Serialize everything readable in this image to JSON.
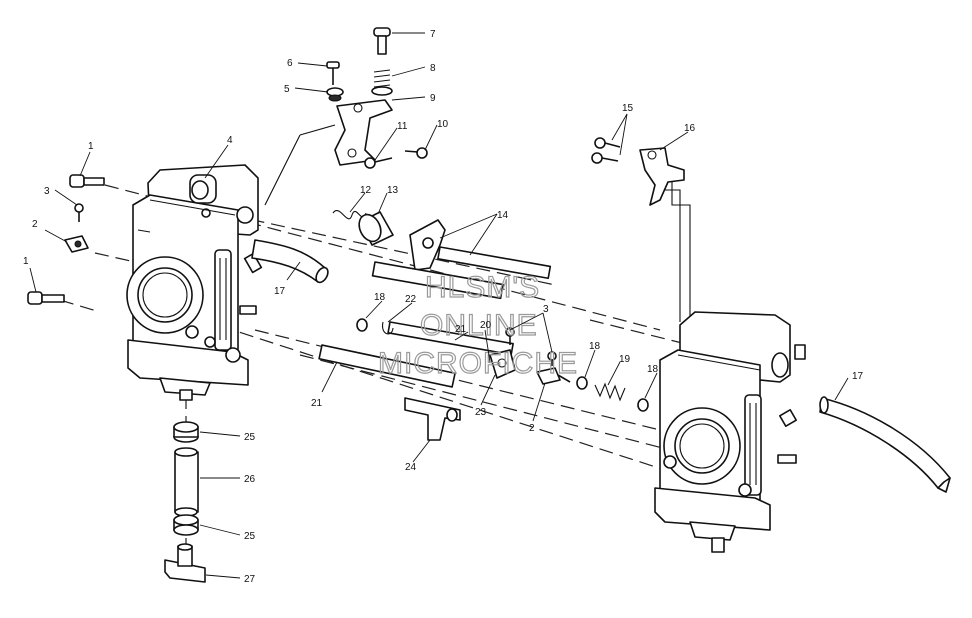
{
  "diagram": {
    "watermark": {
      "line1": "HLSM'S",
      "line2": "ONLINE",
      "line3": "MICROFICHE"
    },
    "callouts": [
      {
        "id": "c1a",
        "label": "1"
      },
      {
        "id": "c1b",
        "label": "1"
      },
      {
        "id": "c2a",
        "label": "2"
      },
      {
        "id": "c2b",
        "label": "2"
      },
      {
        "id": "c3a",
        "label": "3"
      },
      {
        "id": "c3b",
        "label": "3"
      },
      {
        "id": "c4",
        "label": "4"
      },
      {
        "id": "c5",
        "label": "5"
      },
      {
        "id": "c6",
        "label": "6"
      },
      {
        "id": "c7",
        "label": "7"
      },
      {
        "id": "c8",
        "label": "8"
      },
      {
        "id": "c9",
        "label": "9"
      },
      {
        "id": "c10",
        "label": "10"
      },
      {
        "id": "c11",
        "label": "11"
      },
      {
        "id": "c12",
        "label": "12"
      },
      {
        "id": "c13",
        "label": "13"
      },
      {
        "id": "c14",
        "label": "14"
      },
      {
        "id": "c15",
        "label": "15"
      },
      {
        "id": "c16",
        "label": "16"
      },
      {
        "id": "c17a",
        "label": "17"
      },
      {
        "id": "c17b",
        "label": "17"
      },
      {
        "id": "c18a",
        "label": "18"
      },
      {
        "id": "c18b",
        "label": "18"
      },
      {
        "id": "c18c",
        "label": "18"
      },
      {
        "id": "c19",
        "label": "19"
      },
      {
        "id": "c20",
        "label": "20"
      },
      {
        "id": "c21a",
        "label": "21"
      },
      {
        "id": "c21b",
        "label": "21"
      },
      {
        "id": "c22",
        "label": "22"
      },
      {
        "id": "c23",
        "label": "23"
      },
      {
        "id": "c24",
        "label": "24"
      },
      {
        "id": "c25a",
        "label": "25"
      },
      {
        "id": "c25b",
        "label": "25"
      },
      {
        "id": "c26",
        "label": "26"
      },
      {
        "id": "c27",
        "label": "27"
      }
    ]
  }
}
